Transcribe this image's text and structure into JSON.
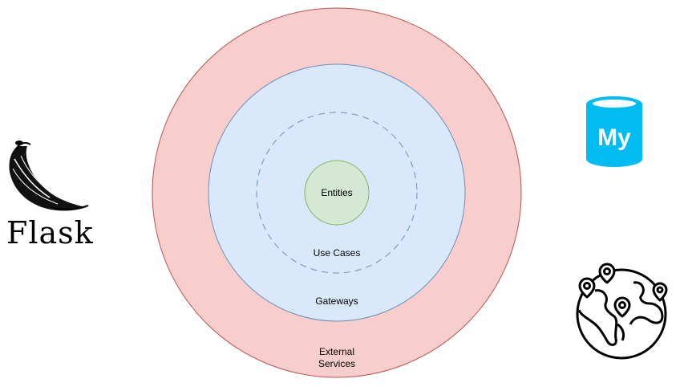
{
  "diagram": {
    "layers": {
      "external_services": {
        "label_line1": "External",
        "label_line2": "Services",
        "fill": "#f8cecc",
        "stroke": "#b85450"
      },
      "gateways": {
        "label": "Gateways",
        "fill": "#dae8fc",
        "stroke": "#6c8ebf"
      },
      "use_cases": {
        "label": "Use Cases",
        "stroke": "#6c8ebf"
      },
      "entities": {
        "label": "Entities",
        "fill": "#d5e8d4",
        "stroke": "#82b366"
      }
    },
    "logos": {
      "flask": {
        "text": "Flask",
        "icon": "flask-horn-icon"
      },
      "mysql": {
        "text": "My",
        "icon": "mysql-database-icon",
        "color": "#00bcf2"
      },
      "globe": {
        "icon": "globe-location-pins-icon"
      }
    }
  }
}
